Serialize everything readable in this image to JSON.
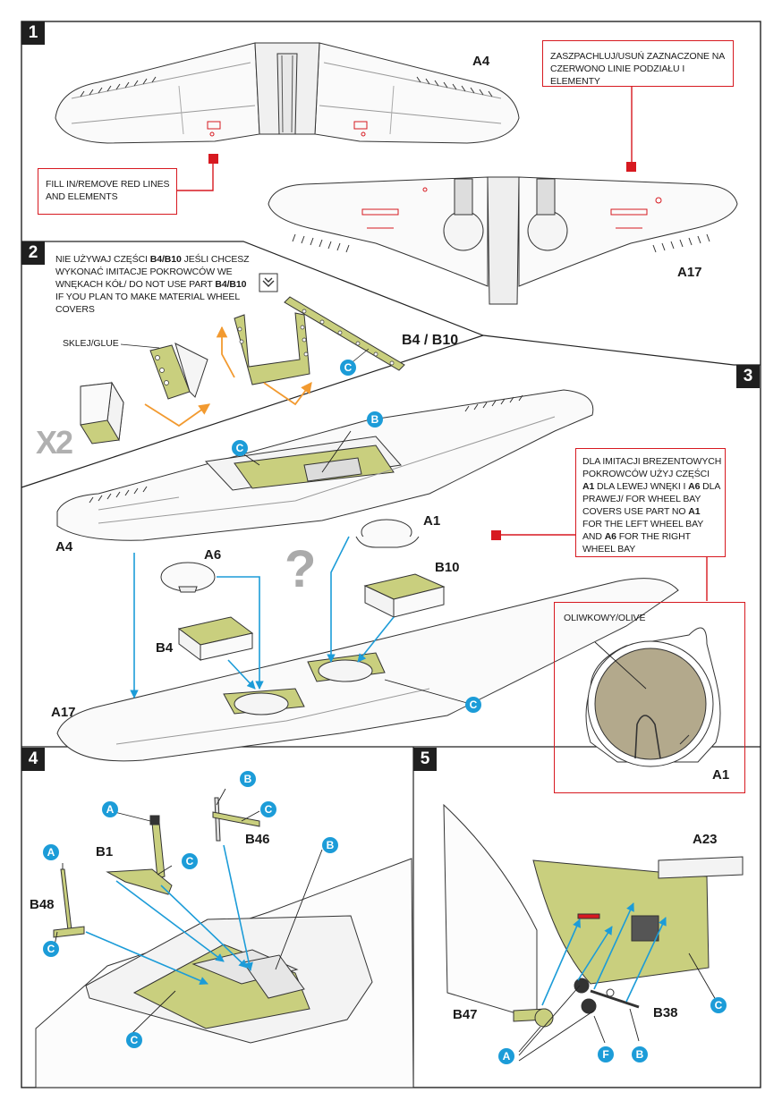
{
  "steps": {
    "s1": "1",
    "s2": "2",
    "s3": "3",
    "s4": "4",
    "s5": "5"
  },
  "step1": {
    "note_pl": "ZASZPACHLUJ/USUŃ ZAZNACZONE NA CZERWONO LINIE PODZIAŁU I ELEMENTY",
    "note_en": "FILL IN/REMOVE RED LINES AND ELEMENTS",
    "part_a4": "A4",
    "part_a17": "A17"
  },
  "step2": {
    "note_pl": "NIE UŻYWAJ CZĘŚCI ",
    "note_b": "B4/B10",
    "note_mid": " JEŚLI CHCESZ WYKONAĆ IMITACJE POKROWCÓW WE WNĘKACH KÓŁ/ DO NOT USE PART ",
    "note_b2": "B4/B10",
    "note_end": " IF YOU PLAN TO MAKE MATERIAL WHEEL COVERS",
    "glue_label": "SKLEJ/GLUE",
    "parts_label": "B4 / B10",
    "multiplier": "X2",
    "callout_c": "C"
  },
  "step3": {
    "note_1": "DLA IMITACJI BREZENTOWYCH POKROWCÓW UŻYJ CZĘŚCI ",
    "note_a1": "A1",
    "note_2": " DLA LEWEJ WNĘKI I ",
    "note_a6": "A6",
    "note_3": " DLA PRAWEJ/ FOR WHEEL BAY COVERS USE PART NO ",
    "note_a1b": "A1",
    "note_4": " FOR THE LEFT WHEEL BAY AND ",
    "note_a6b": "A6",
    "note_5": " FOR THE RIGHT  WHEEL BAY",
    "color_label": "OLIWKOWY/OLIVE",
    "part_a4": "A4",
    "part_a6": "A6",
    "part_a1": "A1",
    "part_b4": "B4",
    "part_b10": "B10",
    "part_a17": "A17",
    "detail_a1": "A1",
    "question": "?",
    "callout_b": "B",
    "callout_c": "C"
  },
  "step4": {
    "part_b1": "B1",
    "part_b46": "B46",
    "part_b48": "B48",
    "callout_a": "A",
    "callout_b": "B",
    "callout_c": "C"
  },
  "step5": {
    "part_a23": "A23",
    "part_b47": "B47",
    "part_b38": "B38",
    "callout_a": "A",
    "callout_b": "B",
    "callout_c": "C",
    "callout_f": "F"
  },
  "colors": {
    "olive": "#c9cf7e",
    "etch": "#c9cf7e",
    "callout": "#1c9cd8",
    "red": "#d71920",
    "orange": "#f29a30",
    "olive_drab": "#b3a98c"
  }
}
